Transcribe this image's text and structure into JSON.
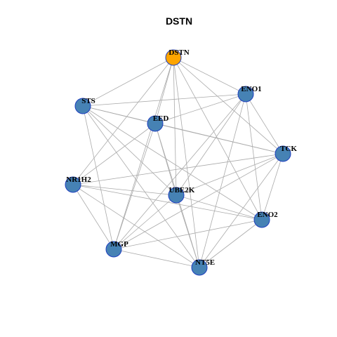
{
  "title": "DSTN",
  "colors": {
    "hub_fill": "#FFA500",
    "node_fill": "#4682B4",
    "node_border": "#1F3FBF",
    "edge": "#AAAAAA"
  },
  "nodes": [
    {
      "id": "DSTN",
      "label": "DSTN",
      "hub": true
    },
    {
      "id": "ENO1",
      "label": "ENO1",
      "hub": false
    },
    {
      "id": "STS",
      "label": "STS",
      "hub": false
    },
    {
      "id": "EED",
      "label": "EED",
      "hub": false
    },
    {
      "id": "TCK",
      "label": "TCK",
      "hub": false
    },
    {
      "id": "NR1H2",
      "label": "NR1H2",
      "hub": false
    },
    {
      "id": "UBE2K",
      "label": "UBE2K",
      "hub": false
    },
    {
      "id": "ENO2",
      "label": "ENO2",
      "hub": false
    },
    {
      "id": "MGP",
      "label": "MGP",
      "hub": false
    },
    {
      "id": "NT5E",
      "label": "NT5E",
      "hub": false
    }
  ],
  "edges": [
    [
      "DSTN",
      "ENO1"
    ],
    [
      "DSTN",
      "STS"
    ],
    [
      "DSTN",
      "EED"
    ],
    [
      "DSTN",
      "TCK"
    ],
    [
      "DSTN",
      "NR1H2"
    ],
    [
      "DSTN",
      "UBE2K"
    ],
    [
      "DSTN",
      "ENO2"
    ],
    [
      "DSTN",
      "MGP"
    ],
    [
      "DSTN",
      "NT5E"
    ],
    [
      "ENO1",
      "STS"
    ],
    [
      "ENO1",
      "EED"
    ],
    [
      "ENO1",
      "TCK"
    ],
    [
      "ENO1",
      "UBE2K"
    ],
    [
      "ENO1",
      "ENO2"
    ],
    [
      "ENO1",
      "MGP"
    ],
    [
      "ENO1",
      "NT5E"
    ],
    [
      "STS",
      "EED"
    ],
    [
      "STS",
      "TCK"
    ],
    [
      "STS",
      "UBE2K"
    ],
    [
      "STS",
      "ENO2"
    ],
    [
      "STS",
      "MGP"
    ],
    [
      "STS",
      "NT5E"
    ],
    [
      "EED",
      "TCK"
    ],
    [
      "EED",
      "UBE2K"
    ],
    [
      "EED",
      "MGP"
    ],
    [
      "EED",
      "NT5E"
    ],
    [
      "EED",
      "NR1H2"
    ],
    [
      "TCK",
      "NR1H2"
    ],
    [
      "TCK",
      "UBE2K"
    ],
    [
      "TCK",
      "ENO2"
    ],
    [
      "TCK",
      "MGP"
    ],
    [
      "TCK",
      "NT5E"
    ],
    [
      "NR1H2",
      "UBE2K"
    ],
    [
      "NR1H2",
      "ENO2"
    ],
    [
      "NR1H2",
      "MGP"
    ],
    [
      "NR1H2",
      "NT5E"
    ],
    [
      "UBE2K",
      "ENO2"
    ],
    [
      "UBE2K",
      "NT5E"
    ],
    [
      "UBE2K",
      "MGP"
    ],
    [
      "ENO2",
      "MGP"
    ],
    [
      "ENO2",
      "NT5E"
    ],
    [
      "MGP",
      "NT5E"
    ]
  ]
}
